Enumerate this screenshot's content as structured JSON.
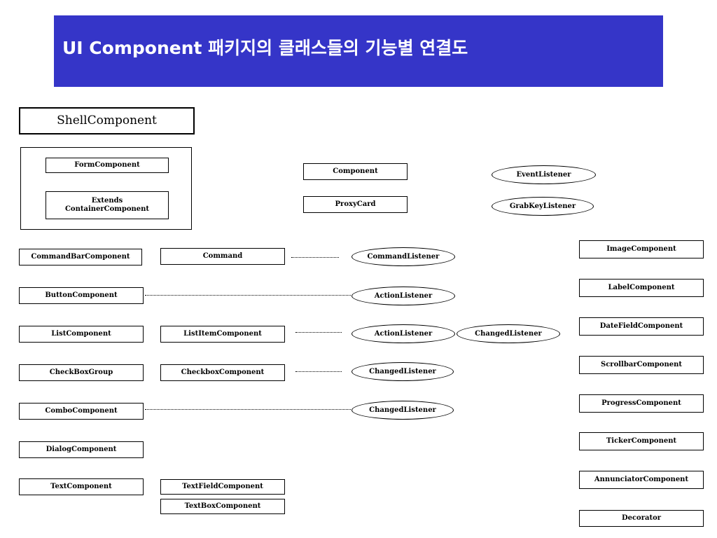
{
  "title": "UI Component 패키지의 클래스들의 기능별 연결도",
  "colors": {
    "title_bg": "#3535c8",
    "title_text": "#ffffff",
    "line": "#000000"
  },
  "boxes": {
    "shell": "ShellComponent",
    "form": "FormComponent",
    "extends": "Extends\nContainerComponent",
    "component": "Component",
    "proxy_card": "ProxyCard",
    "command_bar": "CommandBarComponent",
    "command": "Command",
    "button": "ButtonComponent",
    "list": "ListComponent",
    "list_item": "ListItemComponent",
    "checkbox_group": "CheckBoxGroup",
    "checkbox": "CheckboxComponent",
    "combo": "ComboComponent",
    "dialog": "DialogComponent",
    "text": "TextComponent",
    "text_field": "TextFieldComponent",
    "text_box": "TextBoxComponent",
    "image": "ImageComponent",
    "label": "LabelComponent",
    "date_field": "DateFieldComponent",
    "scrollbar": "ScrollbarComponent",
    "progress": "ProgressComponent",
    "ticker": "TickerComponent",
    "annunciator": "AnnunciatorComponent",
    "decorator": "Decorator"
  },
  "listeners": {
    "event": "EventListener",
    "grab_key": "GrabKeyListener",
    "command": "CommandListener",
    "action_button": "ActionListener",
    "action_list": "ActionListener",
    "changed_list": "ChangedListener",
    "changed_checkbox": "ChangedListener",
    "changed_combo": "ChangedListener"
  }
}
